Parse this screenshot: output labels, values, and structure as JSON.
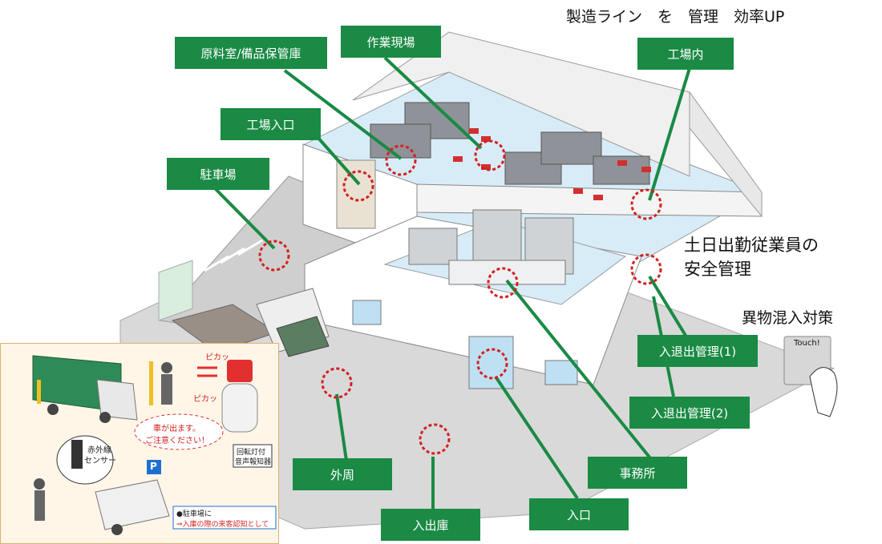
{
  "headline": "製造ライン　を　管理　効率UP",
  "weekend_title_line1": "土日出勤従業員の",
  "weekend_title_line2": "安全管理",
  "foreign_matter_title": "異物混入対策",
  "touch_label": "Touch!",
  "labels": {
    "raw_material_room": "原料室/備品保管庫",
    "work_site": "作業現場",
    "factory_interior": "工場内",
    "factory_entrance": "工場入口",
    "parking": "駐車場",
    "entry_exit_1": "入退出管理(1)",
    "entry_exit_2": "入退出管理(2)",
    "perimeter": "外周",
    "office": "事務所",
    "entrance": "入口",
    "warehouse_in_out": "入出庫"
  },
  "inset": {
    "flash_1": "ピカッ",
    "flash_2": "ピカッ",
    "speech_line1": "車が出ます。",
    "speech_line2": "ご注意ください！",
    "sensor_line1": "赤外線",
    "sensor_line2": "センサー",
    "device_line1": "回転灯付",
    "device_line2": "音声報知器",
    "note_line1": "●駐車場に",
    "note_line2": "⇒入庫の際の来客認知として",
    "parking_sign": "P"
  },
  "colors": {
    "label_green": "#1a8a44",
    "marker_red": "#d42020",
    "floor_blue": "#d8ecf7",
    "wall_white": "#ffffff"
  }
}
